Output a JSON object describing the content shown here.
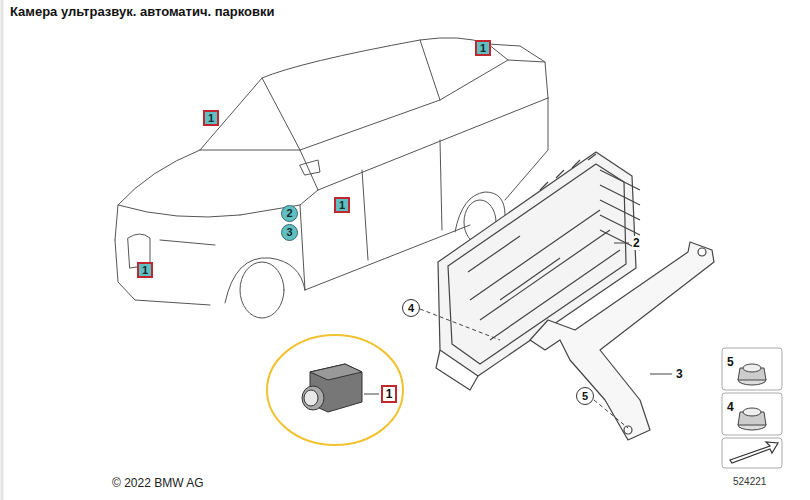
{
  "diagram": {
    "title": "Камера ультразвук. автоматич. парковки",
    "labels": [
      "1",
      "1",
      "1",
      "2",
      "3",
      "1",
      "2",
      "4",
      "3",
      "1",
      "5",
      "5",
      "4",
      "524221",
      "© 2022 BMW AG"
    ]
  }
}
